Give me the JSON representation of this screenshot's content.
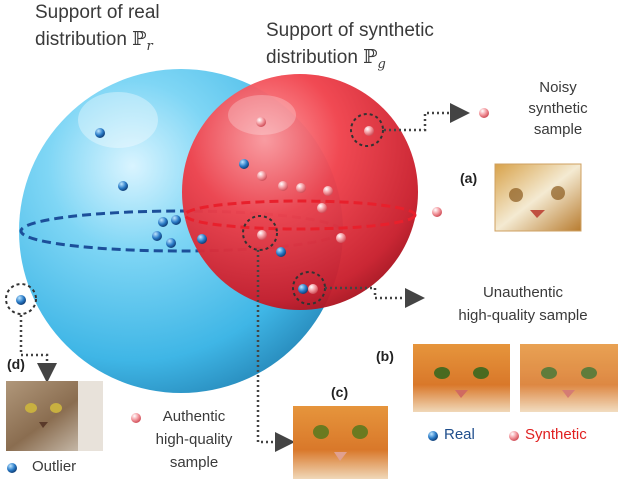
{
  "labels": {
    "real_support_line1": "Support of real",
    "real_support_line2": "distribution",
    "real_support_symbol": "ℙ",
    "real_support_sub": "r",
    "synthetic_support_line1": "Support of synthetic",
    "synthetic_support_line2": "distribution",
    "synthetic_support_symbol": "ℙ",
    "synthetic_support_sub": "g",
    "noisy_line1": "Noisy",
    "noisy_line2": "synthetic",
    "noisy_line3": "sample",
    "unauthentic_line1": "Unauthentic",
    "unauthentic_line2": "high-quality sample",
    "authentic_line1": "Authentic",
    "authentic_line2": "high-quality",
    "authentic_line3": "sample",
    "outlier": "Outlier",
    "legend_real": "Real",
    "legend_synthetic": "Synthetic"
  },
  "panel_tags": {
    "a": "(a)",
    "b": "(b)",
    "c": "(c)",
    "d": "(d)"
  },
  "colors": {
    "real_sphere": "#5ec8ee",
    "synthetic_sphere": "#e8323f",
    "real_point": "#1e6fb8",
    "synthetic_point": "#f08080",
    "legend_real_text": "#1f4e8c",
    "legend_synthetic_text": "#e02020"
  },
  "icons": {
    "real_point": "blue-sphere-dot",
    "synthetic_point": "pink-sphere-dot"
  }
}
